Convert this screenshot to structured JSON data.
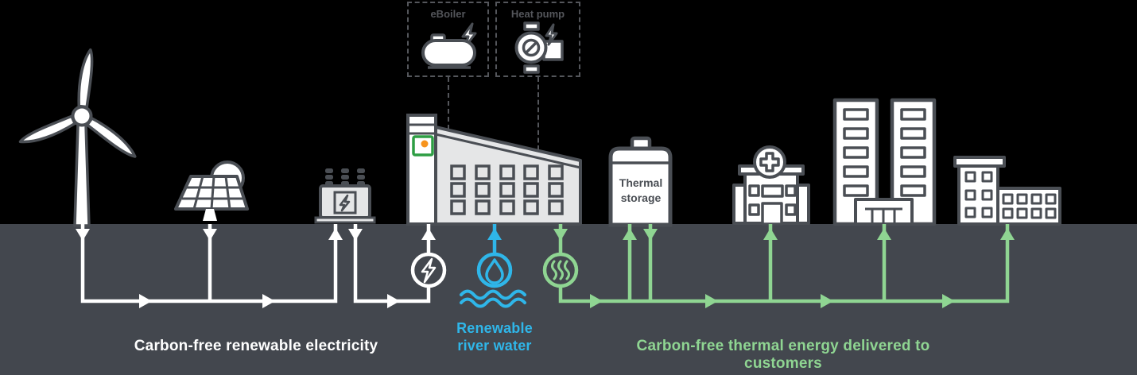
{
  "labels": {
    "eboiler": "eBoiler",
    "heat_pump": "Heat pump",
    "thermal_storage_line1": "Thermal",
    "thermal_storage_line2": "storage",
    "electricity": "Carbon-free renewable electricity",
    "river_water_line1": "Renewable",
    "river_water_line2": "river water",
    "thermal_energy": "Carbon-free thermal energy delivered to customers"
  },
  "colors": {
    "background": "#000000",
    "ground": "#43474E",
    "outline_dark": "#4A4E54",
    "white": "#FFFFFF",
    "water_blue": "#2FB6E9",
    "thermal_green": "#8FD592",
    "logo_green": "#2E9E44",
    "logo_orange": "#F7941D",
    "label_gray": "#54565B",
    "building_gray": "#E5E6E7"
  },
  "icons": {
    "wind_turbine": "wind-turbine-icon",
    "solar_panel": "solar-panel-icon",
    "transformer": "transformer-icon",
    "eboiler": "eboiler-tank-icon",
    "heat_pump": "circulation-pump-icon",
    "energy_plant": "energy-plant-building-icon",
    "plant_logo": "green-square-orange-dot-logo",
    "electricity_meter": "lightning-circle-icon",
    "water_meter": "water-drop-circle-icon",
    "heat_meter": "heat-waves-circle-icon",
    "river": "river-waves-icon",
    "thermal_storage": "storage-tank-icon",
    "hospital": "hospital-building-icon",
    "towers": "office-towers-icon",
    "apartments": "apartment-buildings-icon"
  }
}
